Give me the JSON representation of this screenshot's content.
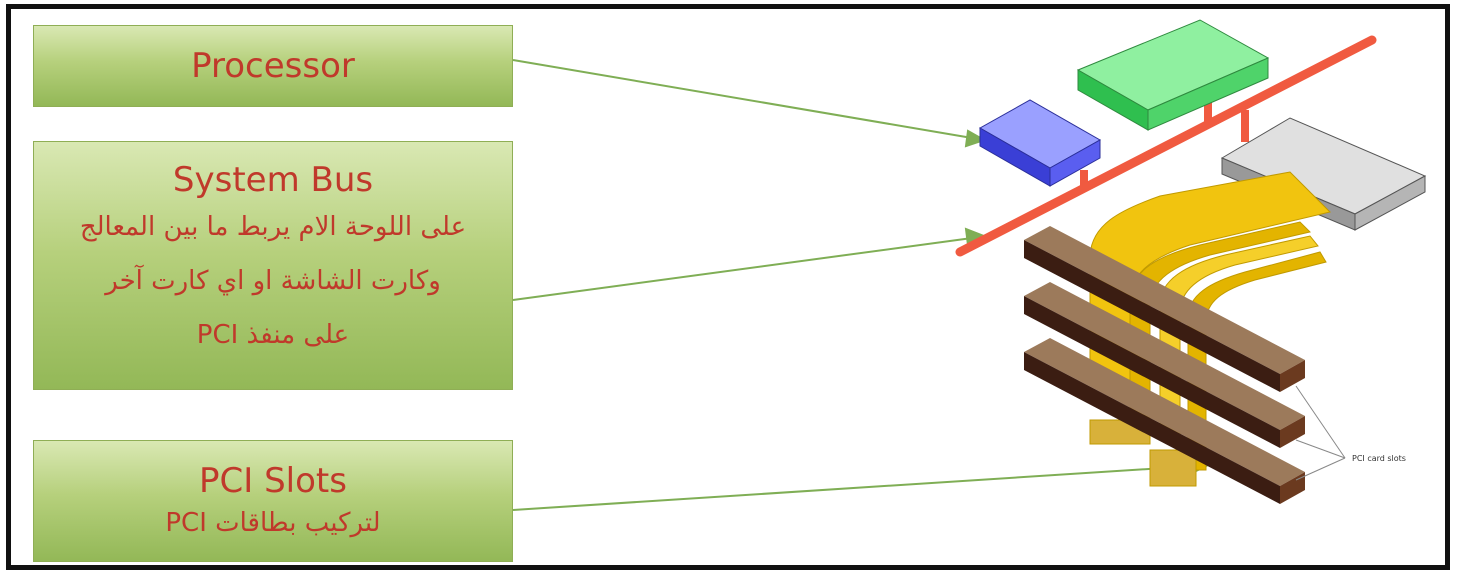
{
  "boxes": {
    "processor": {
      "title": "Processor"
    },
    "system_bus": {
      "title": "System Bus",
      "desc_line1": "على اللوحة الام يربط ما بين المعالج",
      "desc_line2": "وكارت الشاشة او اي كارت آخر",
      "desc_line3": "على منفذ PCI"
    },
    "pci_slots": {
      "title": "PCI Slots",
      "desc": "لتركيب بطاقات PCI"
    }
  },
  "diagram": {
    "pci_card_slots_label": "PCI card slots"
  },
  "colors": {
    "box_green": "#a9c86b",
    "label_red": "#c0392b",
    "bus_red": "#f05a40",
    "memory_green": "#4fd36a",
    "cpu_blue": "#5a5ef0",
    "adapter_gray": "#b5b5b5",
    "bridge_yellow": "#f1c40f",
    "slot_brown": "#3b1d12"
  }
}
